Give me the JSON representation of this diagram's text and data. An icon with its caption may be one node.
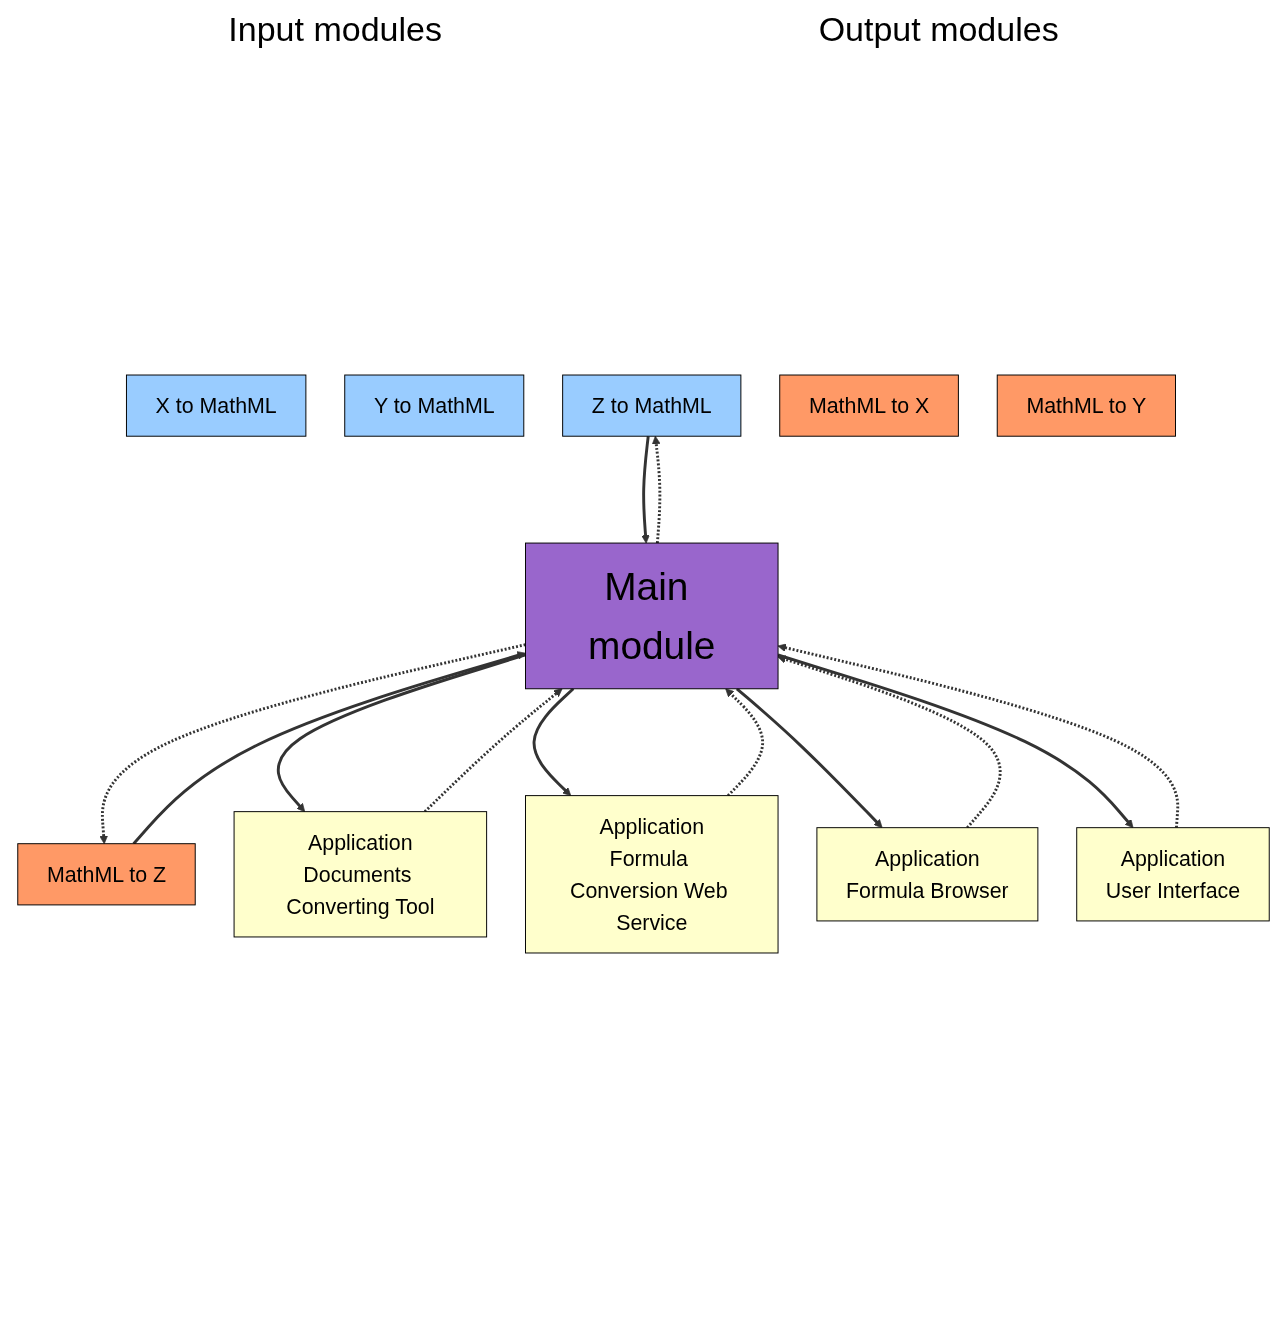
{
  "diagram": {
    "nodes": [
      {
        "text": [
          "X to MathML"
        ]
      },
      {
        "text": [
          "Y to MathML"
        ]
      },
      {
        "text": [
          "Z to MathML"
        ]
      },
      {
        "text": [
          "MathML to X"
        ]
      },
      {
        "text": [
          "MathML to Y"
        ]
      },
      {
        "text": [
          "MathML to Z"
        ]
      },
      {
        "text": [
          "Main module"
        ]
      },
      {
        "text": [
          "Application",
          "Documents Converting Tool"
        ]
      },
      {
        "text": [
          "Application",
          "Formula Conversion Web Service"
        ]
      },
      {
        "text": [
          "Application",
          "Formula Browser"
        ]
      },
      {
        "text": [
          "Application",
          "User Interface"
        ]
      }
    ],
    "edges": [
      {
        "from": 2,
        "to": 6,
        "arrow": "to"
      },
      {
        "from": 6,
        "to": 2,
        "arrow": "to",
        "style": "dashed"
      },
      {
        "from": 5,
        "to": 6,
        "arrow": "to"
      },
      {
        "from": 6,
        "to": 5,
        "arrow": "to",
        "style": "dashed"
      },
      {
        "from": 6,
        "to": 7,
        "arrow": "to"
      },
      {
        "from": 7,
        "to": 6,
        "arrow": "to",
        "style": "dashed"
      },
      {
        "from": 6,
        "to": 8,
        "arrow": "to"
      },
      {
        "from": 8,
        "to": 6,
        "arrow": "to",
        "style": "dashed"
      },
      {
        "from": 6,
        "to": 9,
        "arrow": "to"
      },
      {
        "from": 9,
        "to": 6,
        "arrow": "to",
        "style": "dashed"
      },
      {
        "from": 6,
        "to": 10,
        "arrow": "to"
      },
      {
        "from": 10,
        "to": 6,
        "arrow": "to",
        "style": "dashed"
      }
    ],
    "labels": [
      "Input modules",
      "Output modules"
    ]
  }
}
